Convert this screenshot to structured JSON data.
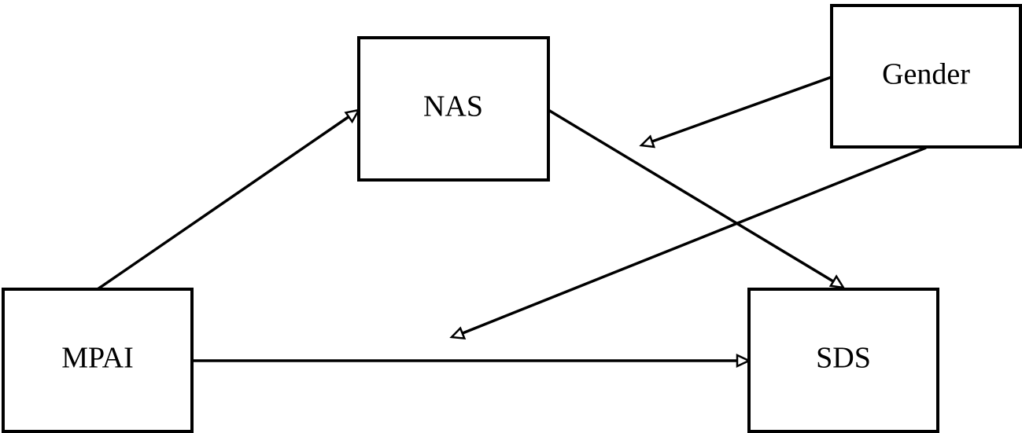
{
  "nodes": {
    "nas": {
      "label": "NAS"
    },
    "gender": {
      "label": "Gender"
    },
    "mpai": {
      "label": "MPAI"
    },
    "sds": {
      "label": "SDS"
    }
  },
  "edges": [
    {
      "from": "MPAI",
      "to": "NAS"
    },
    {
      "from": "NAS",
      "to": "SDS"
    },
    {
      "from": "MPAI",
      "to": "SDS"
    },
    {
      "from": "Gender",
      "to": "NAS → SDS path"
    },
    {
      "from": "Gender",
      "to": "MPAI → SDS path"
    }
  ]
}
